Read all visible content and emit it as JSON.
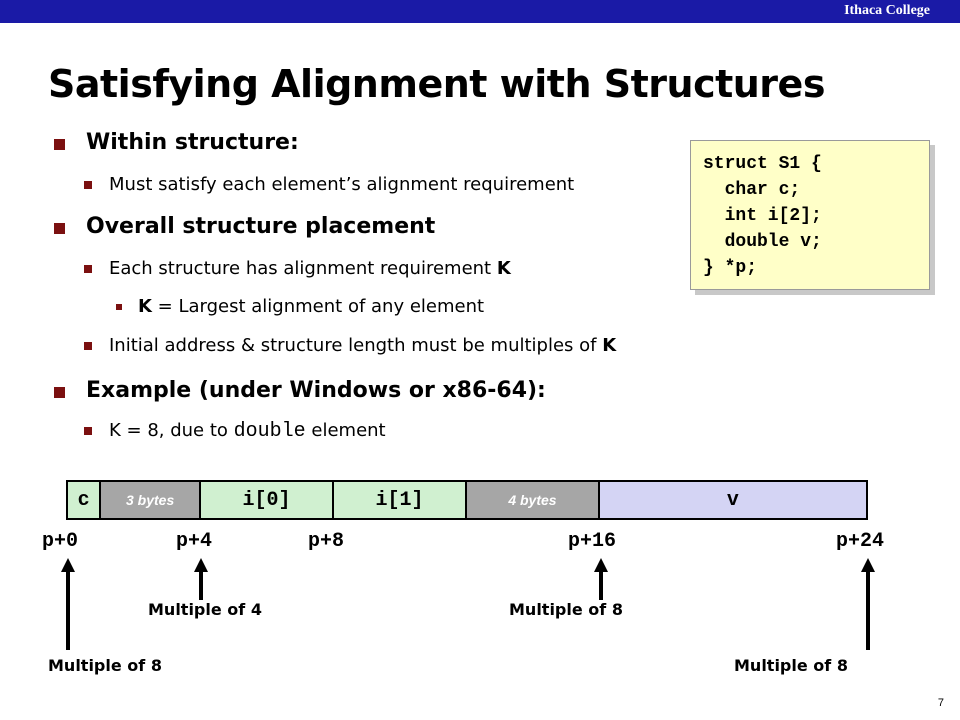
{
  "header": {
    "organization": "Ithaca College"
  },
  "slide": {
    "title": "Satisfying Alignment with Structures",
    "page_number": "7"
  },
  "bullets": {
    "within": "Within structure:",
    "within_1": "Must satisfy each element’s alignment requirement",
    "overall": "Overall structure placement",
    "overall_1_pre": "Each structure has alignment requirement ",
    "overall_1_k": "K",
    "overall_1a_k": "K",
    "overall_1a_rest": " = Largest alignment of any element",
    "overall_2_pre": "Initial address & structure length must be multiples of ",
    "overall_2_k": "K",
    "example": "Example (under Windows or x86-64):",
    "example_1_pre": "K = 8, due to ",
    "example_1_code": "double",
    "example_1_post": " element"
  },
  "code": {
    "lines": [
      "struct S1 {",
      "  char c;",
      "  int i[2];",
      "  double v;",
      "} *p;"
    ]
  },
  "layout": {
    "segments": [
      {
        "label": "c",
        "bytes": 1,
        "color": "#d0f0d0",
        "padding": false
      },
      {
        "label": "3 bytes",
        "bytes": 3,
        "color": "#a6a6a6",
        "padding": true
      },
      {
        "label": "i[0]",
        "bytes": 4,
        "color": "#d0f0d0",
        "padding": false
      },
      {
        "label": "i[1]",
        "bytes": 4,
        "color": "#d0f0d0",
        "padding": false
      },
      {
        "label": "4 bytes",
        "bytes": 4,
        "color": "#a6a6a6",
        "padding": true
      },
      {
        "label": "v",
        "bytes": 8,
        "color": "#d4d4f4",
        "padding": false
      }
    ],
    "offsets": [
      "p+0",
      "p+4",
      "p+8",
      "p+16",
      "p+24"
    ],
    "notes": {
      "p0": "Multiple of 8",
      "p4": "Multiple of 4",
      "p16": "Multiple of 8",
      "p24": "Multiple of 8"
    }
  },
  "colors": {
    "topbar": "#1a1aa6",
    "bullet": "#7b1010",
    "code_bg": "#ffffc8"
  }
}
